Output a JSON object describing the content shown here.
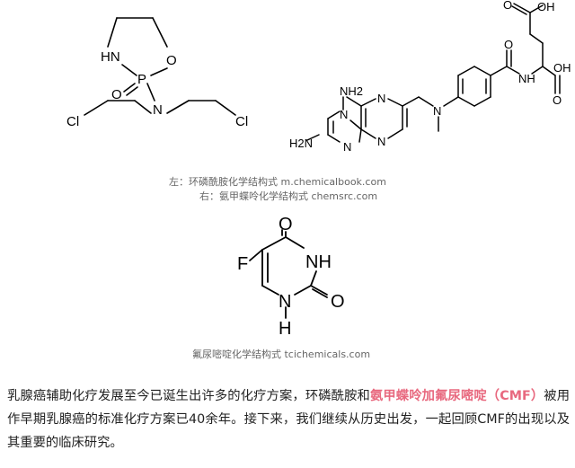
{
  "figures": {
    "cyclophosphamide": {
      "atoms": {
        "hn": "HN",
        "p": "P",
        "o_ring": "O",
        "o_eq": "O",
        "n": "N",
        "cl_left": "Cl",
        "cl_right": "Cl"
      }
    },
    "methotrexate": {
      "atoms": {
        "nh2_top": "NH2",
        "nh2_left": "H2N",
        "n_ring_1": "N",
        "n_ring_2": "N",
        "n_ring_3": "N",
        "n_ring_4": "N",
        "n_amine": "N",
        "nh_amide": "NH",
        "o_amide": "O",
        "oh_side": "OH",
        "o_side": "O",
        "oh_acid": "OH",
        "o_acid": "O"
      }
    },
    "fluorouracil": {
      "atoms": {
        "f": "F",
        "o_top": "O",
        "nh_right": "NH",
        "o_right": "O",
        "n_bottom": "N",
        "h_bottom": "H"
      }
    }
  },
  "captions": {
    "line1": "左：环磷酰胺化学结构式 m.chemicalbook.com",
    "line2": "右：氨甲蝶呤化学结构式 chemsrc.com",
    "line3": "氟尿嘧啶化学结构式 tcichemicals.com"
  },
  "paragraph": {
    "text_before": "乳腺癌辅助化疗发展至今已诞生出许多的化疗方案，环磷酰胺和",
    "highlight": "氨甲蝶呤加氟尿嘧啶（CMF）",
    "text_after": "被用作早期乳腺癌的标准化疗方案已40余年。接下来，我们继续从历史出发，一起回顾CMF的出现以及其重要的临床研究。",
    "highlight_color": "#e8697f"
  }
}
